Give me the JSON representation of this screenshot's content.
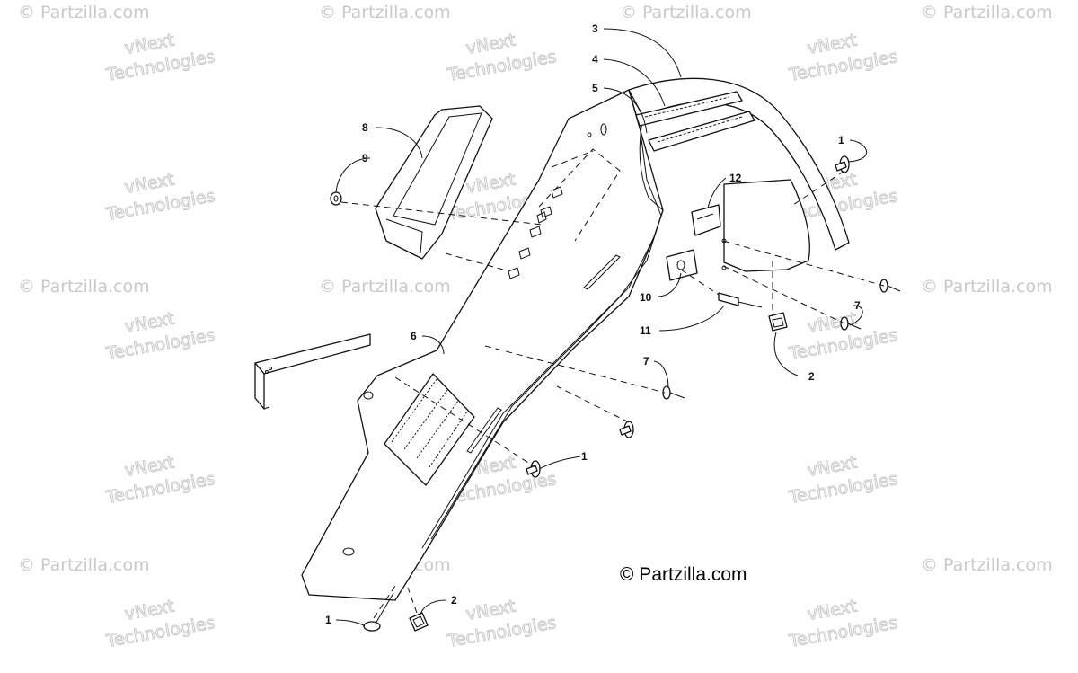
{
  "diagram": {
    "credit": "© Partzilla.com",
    "callouts": [
      {
        "id": "c3",
        "label": "3"
      },
      {
        "id": "c4",
        "label": "4"
      },
      {
        "id": "c5",
        "label": "5"
      },
      {
        "id": "c8",
        "label": "8"
      },
      {
        "id": "c9",
        "label": "9"
      },
      {
        "id": "c1a",
        "label": "1"
      },
      {
        "id": "c12",
        "label": "12"
      },
      {
        "id": "c10",
        "label": "10"
      },
      {
        "id": "c11",
        "label": "11"
      },
      {
        "id": "c7a",
        "label": "7"
      },
      {
        "id": "c2a",
        "label": "2"
      },
      {
        "id": "c6",
        "label": "6"
      },
      {
        "id": "c7b",
        "label": "7"
      },
      {
        "id": "c1b",
        "label": "1"
      },
      {
        "id": "c1c",
        "label": "1"
      },
      {
        "id": "c2b",
        "label": "2"
      }
    ],
    "watermarks": [
      {
        "line1": "© Partzilla.com",
        "line2": "vNext",
        "line3": "Technologies"
      }
    ]
  }
}
